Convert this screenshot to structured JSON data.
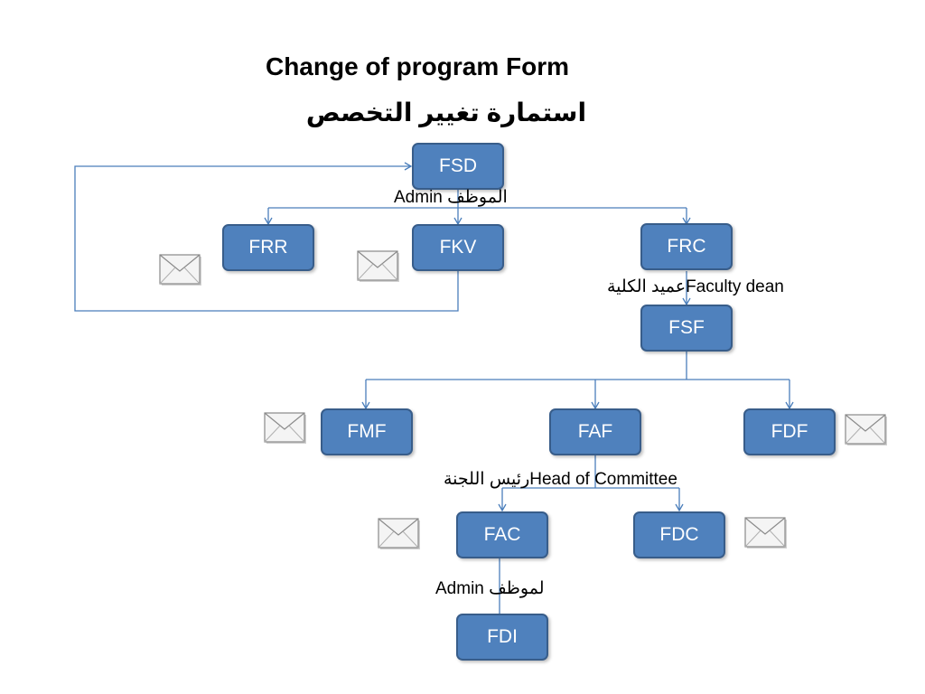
{
  "title": "Change of program Form",
  "subtitle": "استمارة تغيير التخصص",
  "nodes": {
    "fsd": "FSD",
    "frr": "FRR",
    "fkv": "FKV",
    "frc": "FRC",
    "fsf": "FSF",
    "fmf": "FMF",
    "faf": "FAF",
    "fdf": "FDF",
    "fac": "FAC",
    "fdc": "FDC",
    "fdi": "FDI"
  },
  "labels": {
    "admin_top": "Admin الموظف",
    "faculty_dean": "عميد الكليةFaculty dean",
    "head_committee": "رئيس اللجنةHead of Committee",
    "admin_bottom": "Admin لموظف"
  },
  "colors": {
    "node_fill": "#4f81bd",
    "node_border": "#385d8a",
    "connector": "#4a7ebb"
  },
  "icons": [
    "envelope-icon"
  ]
}
